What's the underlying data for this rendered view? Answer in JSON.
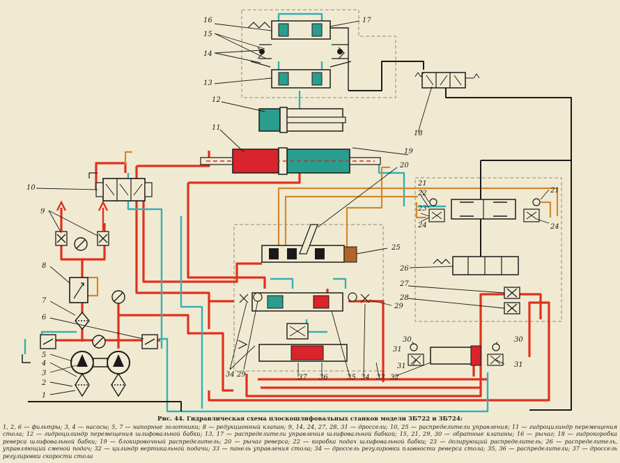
{
  "colors": {
    "paper": "#f1ead2",
    "pressure_line": "#e0301e",
    "return_line": "#35b0b3",
    "control_line": "#d3872f",
    "drain_line": "#1a1a1a",
    "cylinder_red": "#d8242a",
    "cylinder_teal": "#2a9d8f",
    "slide_brown": "#b0642a"
  },
  "labels": {
    "l1": "1",
    "l2": "2",
    "l3": "3",
    "l4": "4",
    "l5": "5",
    "l6": "6",
    "l7": "7",
    "l8": "8",
    "l9": "9",
    "l10": "10",
    "l11": "11",
    "l12": "12",
    "l13": "13",
    "l14": "14",
    "l15": "15",
    "l16": "16",
    "l17": "17",
    "l18": "18",
    "l19": "19",
    "l20": "20",
    "l21a": "21",
    "l21b": "21",
    "l22": "22",
    "l23": "23",
    "l24a": "24",
    "l24b": "24",
    "l25": "25",
    "l26": "26",
    "l27": "27",
    "l28": "28",
    "l29a": "29",
    "l29b": "29",
    "l30a": "30",
    "l30b": "30",
    "l31a": "31",
    "l31b": "31",
    "l31c": "31",
    "l32": "32",
    "l33": "33",
    "l34a": "34",
    "l34b": "34",
    "l35": "35",
    "l36": "36",
    "l37": "37"
  },
  "caption": {
    "title": "Рис. 44. Гидравлическая схема плоскошлифовальных станков модели 3Б722 и 3Б724:",
    "body": "1, 2, 6 — фильтры; 3, 4 — насосы; 5, 7 — напорные золотники; 8 — редукционный клапан; 9, 14, 24, 27, 28, 31 — дроссели; 10, 25 — распределители управления; 11 — гидроцилиндр перемещения стола; 12 — гидроцилиндр перемещения шлифовальной бабки; 13, 17 — распределители управления шлифовальной бабкой; 15, 21, 29, 30 — обратные клапаны; 16 — рычаг; 18 — гидрокоробка реверса шлифовальной бабки; 19 — блокировочный распределитель; 20 — рычаг реверса; 22 — коробка подач шлифовальной бабки; 23 — дозирующий распределитель; 26 — распределитель, управляющий сменой подач; 32 — цилиндр вертикальной подачи; 33 — панель управления стола; 34 — дроссель регулировки плавности реверса стола; 35, 36 — распределители; 37 — дроссель регулировки скорости стола"
  }
}
